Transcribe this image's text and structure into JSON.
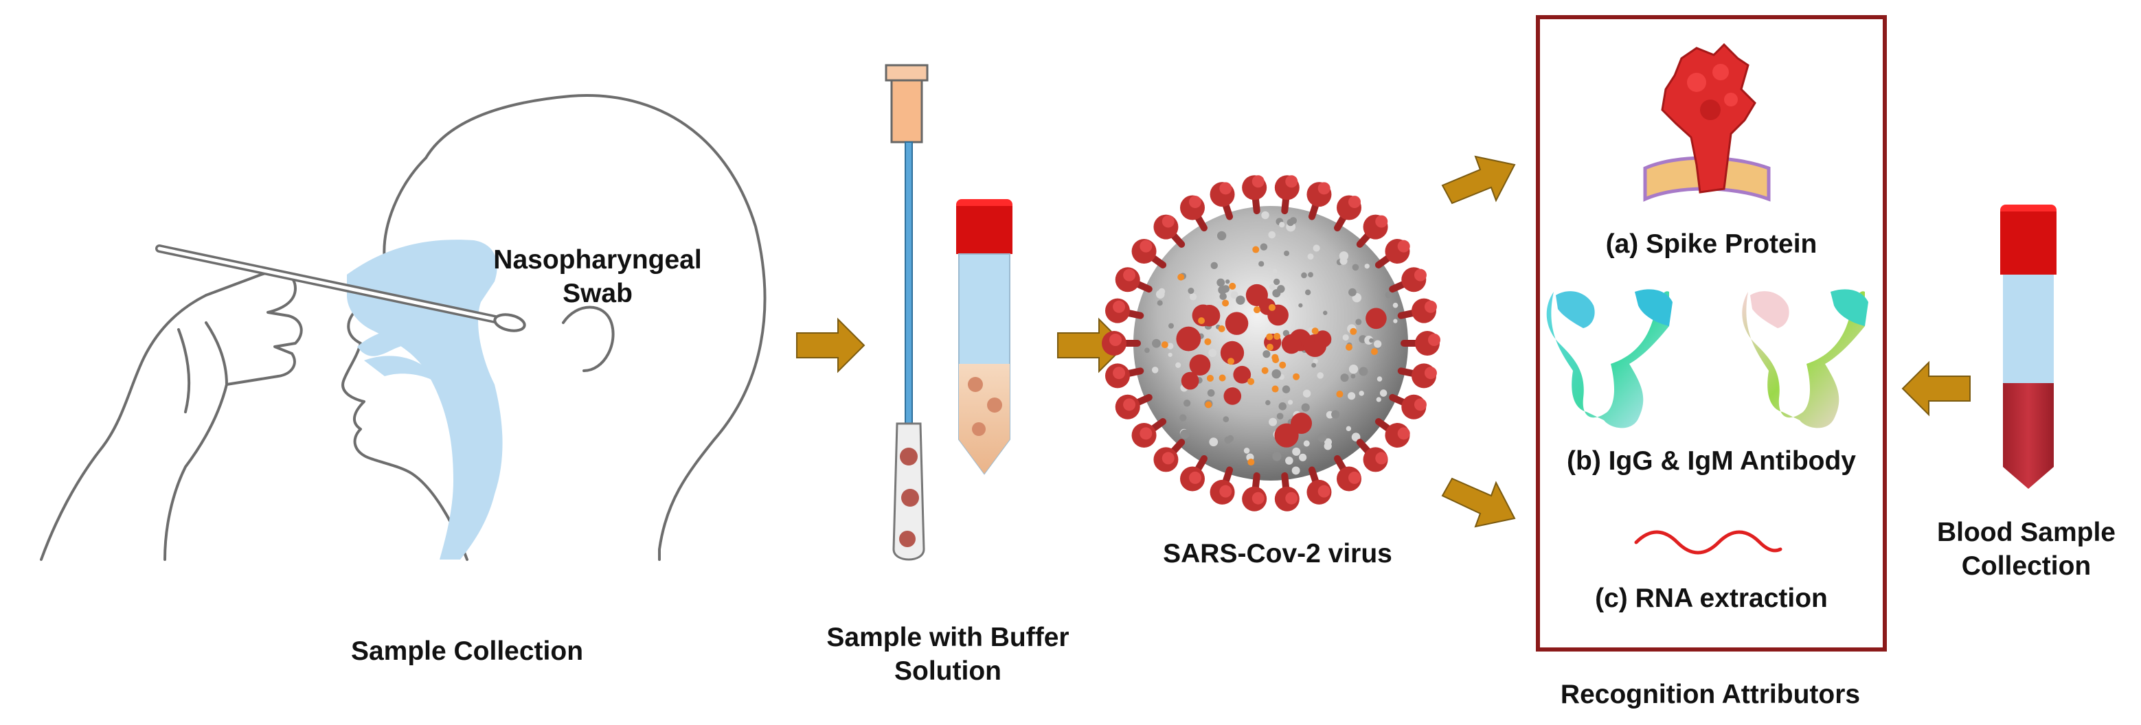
{
  "labels": {
    "nasopharyngeal_swab_line1": "Nasopharyngeal",
    "nasopharyngeal_swab_line2": "Swab",
    "sample_collection": "Sample Collection",
    "sample_buffer_line1": "Sample with Buffer",
    "sample_buffer_line2": "Solution",
    "virus": "SARS-Cov-2 virus",
    "spike_protein": "(a) Spike Protein",
    "antibody": "(b) IgG & IgM Antibody",
    "rna": "(c) RNA extraction",
    "blood_line1": "Blood Sample",
    "blood_line2": "Collection",
    "recognition": "Recognition Attributors"
  },
  "colors": {
    "arrow": "#c48a12",
    "box_border": "#8b1a1a",
    "tube_cap": "#e01010",
    "tube_body": "#b9dcf2",
    "blood": "#b3262e",
    "virus_spike": "#c0312f",
    "nasal_cavity": "#bcdcf2",
    "rna": "#e02020"
  }
}
